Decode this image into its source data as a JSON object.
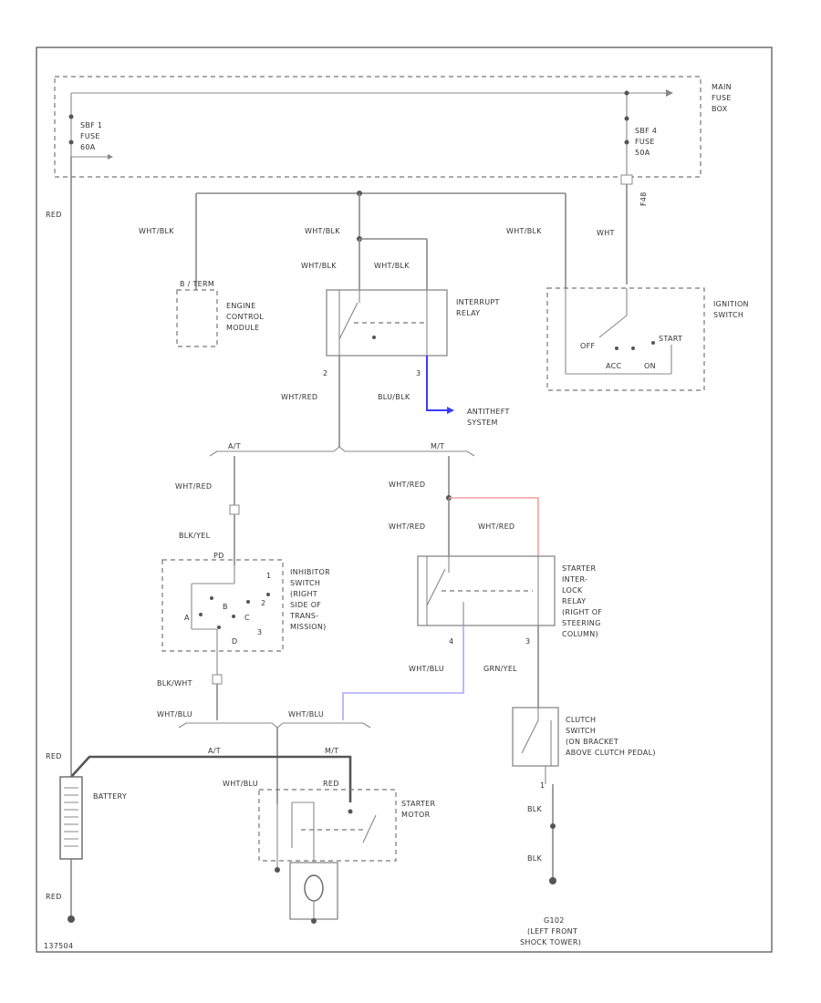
{
  "colors": {
    "wire": "#888888",
    "wht_red": "#f2a0a0",
    "blu_blk": "#3a3aff",
    "wht_blu": "#a8a8ff",
    "grn_yel": "#b8f0a0",
    "battery_red": "#555555"
  },
  "components": {
    "main_fuse_box": [
      "MAIN",
      "FUSE",
      "BOX"
    ],
    "sbf1_fuse": [
      "SBF 1",
      "FUSE",
      "60A"
    ],
    "sbf4_fuse": [
      "SBF 4",
      "FUSE",
      "50A"
    ],
    "ecm_connector": "B / TERM",
    "ecm": [
      "ENGINE",
      "CONTROL",
      "MODULE"
    ],
    "interrupt_relay": [
      "INTERRUPT",
      "RELAY"
    ],
    "ignition_switch": [
      "IGNITION",
      "SWITCH"
    ],
    "anti_theft": [
      "ANTITHEFT",
      "SYSTEM"
    ],
    "inhibitor_switch": [
      "INHIBITOR",
      "SWITCH",
      "(RIGHT",
      "SIDE OF",
      "TRANS-",
      "MISSION)"
    ],
    "starter_relay": [
      "STARTER",
      "INTER-",
      "LOCK",
      "RELAY",
      "(RIGHT OF",
      "STEERING",
      "COLUMN)"
    ],
    "clutch_switch": [
      "CLUTCH",
      "SWITCH",
      "(ON BRACKET",
      "ABOVE CLUTCH PEDAL)"
    ],
    "battery": "BATTERY",
    "starter_motor": [
      "STARTER",
      "MOTOR"
    ],
    "ground": [
      "G102",
      "(LEFT FRONT",
      "SHOCK TOWER)"
    ]
  },
  "switch_labels": {
    "off": "OFF",
    "start": "START",
    "acc": "ACC",
    "on": "ON"
  },
  "wires": {
    "red_left": "RED",
    "wht_blk_1": "WHT/BLK",
    "wht_blk_2": "WHT/BLK",
    "wht_blk_3": "WHT/BLK",
    "wht_blk_4": "WHT/BLK",
    "wht_blk_5": "WHT/BLK",
    "wht_ign": "WHT",
    "f48": "F48",
    "wht_red_1": "WHT/RED",
    "blu_blk": "BLU/BLK",
    "at": "A/T",
    "mt": "M/T",
    "wht_red_2": "WHT/RED",
    "wht_red_3": "WHT/RED",
    "wht_red_4": "WHT/RED",
    "wht_red_5": "WHT/RED",
    "blk_yel": "BLK/YEL",
    "blk_wht": "BLK/WHT",
    "wht_blu_1": "WHT/BLU",
    "wht_blu_2": "WHT/BLU",
    "wht_blu_3": "WHT/BLU",
    "wht_blu_4": "WHT/BLU",
    "grn_yel": "GRN/YEL",
    "at2": "A/T",
    "mt2": "M/T",
    "red_batt": "RED",
    "red_starter": "RED",
    "red_bottom": "RED",
    "blk_1": "BLK",
    "blk_2": "BLK"
  },
  "pins": {
    "p_2_int": "2",
    "p_3_int": "3",
    "p_pd": "PD",
    "p_4_rel": "4",
    "p_3_rel": "3",
    "p_1_clu": "1",
    "inh_a": "A",
    "inh_b": "B",
    "inh_c": "C",
    "inh_d": "D",
    "inh_1": "1",
    "inh_2": "2",
    "inh_3": "3"
  },
  "figure_id": "137504"
}
